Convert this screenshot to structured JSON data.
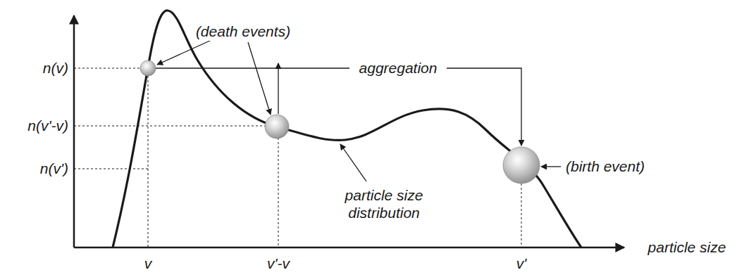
{
  "diagram": {
    "labels": [
      "(death events)",
      "n(v)",
      "aggregation",
      "n(v'-v)",
      "(birth event)",
      "n(v')",
      "particle size distribution",
      "v",
      "v'-v",
      "v'",
      "particle size"
    ]
  }
}
